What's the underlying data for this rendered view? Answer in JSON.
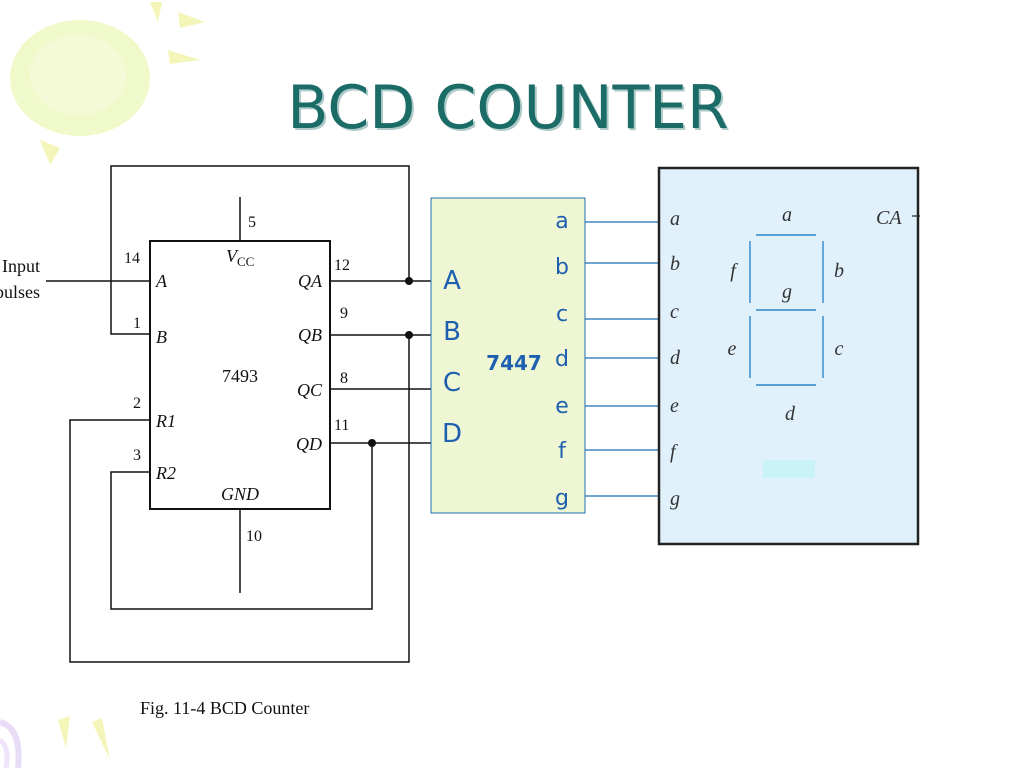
{
  "slide": {
    "title": "BCD COUNTER"
  },
  "counter": {
    "chip": "7493",
    "vcc_label": "V",
    "vcc_sub": "CC",
    "gnd_label": "GND",
    "input_labels": [
      "Input",
      "pulses"
    ],
    "pins": {
      "A": {
        "name": "A",
        "num": "14"
      },
      "B": {
        "name": "B",
        "num": "1"
      },
      "R1": {
        "name": "R1",
        "num": "2"
      },
      "R2": {
        "name": "R2",
        "num": "3"
      },
      "QA": {
        "name": "QA",
        "num": "12"
      },
      "QB": {
        "name": "QB",
        "num": "9"
      },
      "QC": {
        "name": "QC",
        "num": "8"
      },
      "QD": {
        "name": "QD",
        "num": "11"
      },
      "VCC": {
        "num": "5"
      },
      "GND": {
        "num": "10"
      }
    }
  },
  "decoder": {
    "name": "7447",
    "inputs": [
      "A",
      "B",
      "C",
      "D"
    ],
    "outputs": [
      "a",
      "b",
      "c",
      "d",
      "e",
      "f",
      "g"
    ]
  },
  "display": {
    "type_label": "CA",
    "pin_labels": [
      "a",
      "b",
      "c",
      "d",
      "e",
      "f",
      "g"
    ],
    "segment_labels": {
      "a": "a",
      "b": "b",
      "c": "c",
      "d": "d",
      "e": "e",
      "f": "f",
      "g": "g"
    }
  },
  "caption": "Fig. 11-4  BCD Counter",
  "colors": {
    "title": "#1b6b67",
    "decoder_fill": "#eef6d4",
    "display_fill": "#e0f1fb",
    "wire_blue": "#1f6fb0"
  }
}
